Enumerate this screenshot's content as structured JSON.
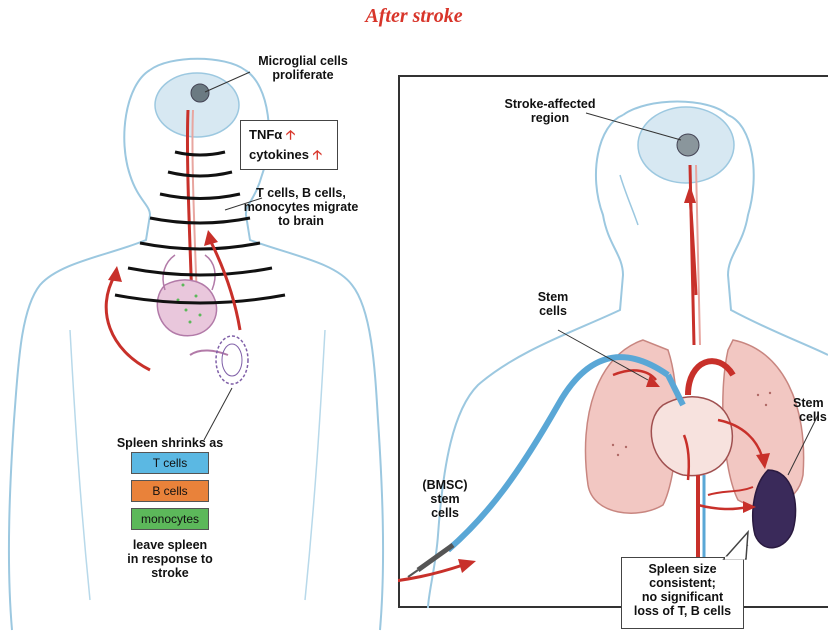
{
  "title": "After stroke",
  "left_panel": {
    "microglia_label": [
      "Microglial cells",
      "proliferate"
    ],
    "cytokine_box": {
      "line1": "TNFα",
      "line2": "cytokines"
    },
    "migration_label": [
      "T cells, B cells,",
      "monocytes migrate",
      "to brain"
    ],
    "spleen_label": "Spleen shrinks as",
    "cell_types": [
      {
        "label": "T cells",
        "color": "#5bb8e3"
      },
      {
        "label": "B cells",
        "color": "#e9823a"
      },
      {
        "label": "monocytes",
        "color": "#5cb85a"
      }
    ],
    "leave_label": [
      "leave spleen",
      "in response to",
      "stroke"
    ]
  },
  "right_panel": {
    "region_label": [
      "Stroke-affected",
      "region"
    ],
    "stem_cells_label": [
      "Stem",
      "cells"
    ],
    "stem_cells_right_label": [
      "Stem",
      "cells"
    ],
    "bmsc_label": [
      "(BMSC)",
      "stem",
      "cells"
    ],
    "callout": [
      "Spleen size",
      "consistent;",
      "no significant",
      "loss of T, B cells"
    ]
  },
  "colors": {
    "title": "#d8352a",
    "body_outline": "#9cc8e0",
    "artery": "#c8302a",
    "vein": "#5aa7d6",
    "lung": "#e8a6a0",
    "spleen": "#3a2a5a"
  }
}
